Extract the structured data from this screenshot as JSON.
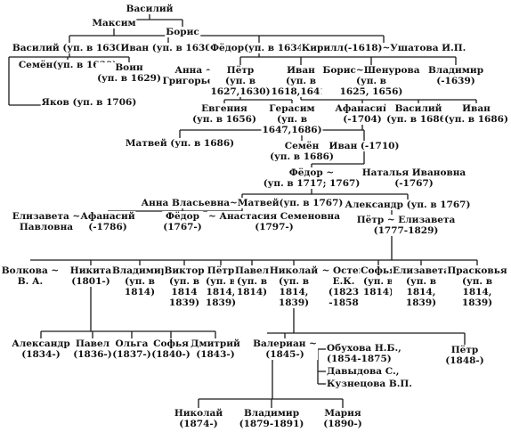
{
  "tree": {
    "line_color": "#1a1a1a",
    "people": {
      "vasily": [
        "Василий"
      ],
      "maksim": [
        "Максим"
      ],
      "boris0": [
        "Борис"
      ],
      "vasily2": [
        "Василий (уп. в 1630)"
      ],
      "ivan1": [
        "Иван (уп. в 1630)"
      ],
      "fedor1": [
        "Фёдор(уп. в 1634)"
      ],
      "kirill": [
        "Кирилл(-1618)~Ушатова И.П."
      ],
      "semen1": [
        "Семён(уп. в 1630)"
      ],
      "voin": [
        "Воин",
        "(уп. в 1629)"
      ],
      "anna_g": [
        "Анна ~",
        "Григорьева"
      ],
      "petr1": [
        "Пётр",
        "(уп. в",
        "1627,1630)"
      ],
      "ivan2": [
        "Иван",
        "(уп. в",
        "1618,1641)"
      ],
      "boris2": [
        "Борис~Шенурова",
        "(уп. в",
        "1625, 1656)"
      ],
      "vladimir1": [
        "Владимир",
        "(-1639)"
      ],
      "evgeniya": [
        "Евгения",
        "(уп. в 1656)"
      ],
      "gerasim": [
        "Герасим",
        "(уп. в",
        "1647,1686)"
      ],
      "afanasy1": [
        "Афанасий",
        "(-1704)"
      ],
      "vasily3": [
        "Василий",
        "(уп. в 1686)"
      ],
      "ivan3": [
        "Иван",
        "(уп. в 1686)"
      ],
      "yakov": [
        "Яков (уп. в 1706)"
      ],
      "matvey1": [
        "Матвей (уп. в 1686)"
      ],
      "semen2": [
        "Семён",
        "(уп. в 1686)"
      ],
      "ivan4": [
        "Иван (-1710)"
      ],
      "fedor2": [
        "Фёдор ~",
        "(уп. в 1717; 1767)"
      ],
      "natalya": [
        "Наталья Ивановна",
        "(-1767)"
      ],
      "anna_v": [
        "Анна Власьевна~Матвей(уп. в 1767)"
      ],
      "aleksandr1": [
        "Александр (уп. в 1767)"
      ],
      "elizaveta_p": [
        "Елизавета ~",
        "Павловна"
      ],
      "afanasy2": [
        "Афанасий",
        "(-1786)"
      ],
      "fedor3": [
        "Фёдор",
        "(1767-)"
      ],
      "anastasiya": [
        "~ Анастасия Семеновна",
        "(1797-)"
      ],
      "petr2": [
        "Пётр ~ Елизавета",
        "(1777-1829)"
      ],
      "volkova": [
        "Волкова ~",
        "В. А."
      ],
      "nikita": [
        "Никита",
        "(1801-)"
      ],
      "vladimir2": [
        "Владимир",
        "(уп. в",
        "1814)"
      ],
      "viktor": [
        "Виктор",
        "(уп. в",
        "1814",
        "1839)"
      ],
      "petr3": [
        "Пётр",
        "(уп. в",
        "1814,",
        "1839)"
      ],
      "pavel1": [
        "Павел",
        "(уп. в",
        "1814)"
      ],
      "nikolay1": [
        "Николай",
        "(уп. в",
        "1814,",
        "1839)"
      ],
      "osten": [
        "~ Остен",
        "Е.К.",
        "(1823",
        "-1858"
      ],
      "sofya1": [
        "Софья",
        "(уп. в",
        "1814)"
      ],
      "elizaveta2": [
        "Елизавета",
        "(уп. в",
        "1814,",
        "1839)"
      ],
      "praskovya": [
        "Прасковья",
        "(уп. в",
        "1814,",
        "1839)"
      ],
      "aleksandr2": [
        "Александр",
        "(1834-)"
      ],
      "pavel2": [
        "Павел",
        "(1836-)"
      ],
      "olga": [
        "Ольга",
        "(1837-)"
      ],
      "sofya2": [
        "Софья",
        "(1840-)"
      ],
      "dmitry": [
        "Дмитрий",
        "(1843-)"
      ],
      "valerian": [
        "Валериан ~",
        "(1845-)"
      ],
      "obukhova": [
        "Обухова Н.Б.,",
        "(1854-1875)"
      ],
      "davydova": [
        "Давыдова С.,"
      ],
      "kuznetsova": [
        "Кузнецова В.П."
      ],
      "petr4": [
        "Пётр",
        "(1848-)"
      ],
      "nikolay2": [
        "Николай",
        "(1874-)"
      ],
      "vladimir3": [
        "Владимир",
        "(1879-1891)"
      ],
      "mariya": [
        "Мария",
        "(1890-)"
      ]
    }
  }
}
